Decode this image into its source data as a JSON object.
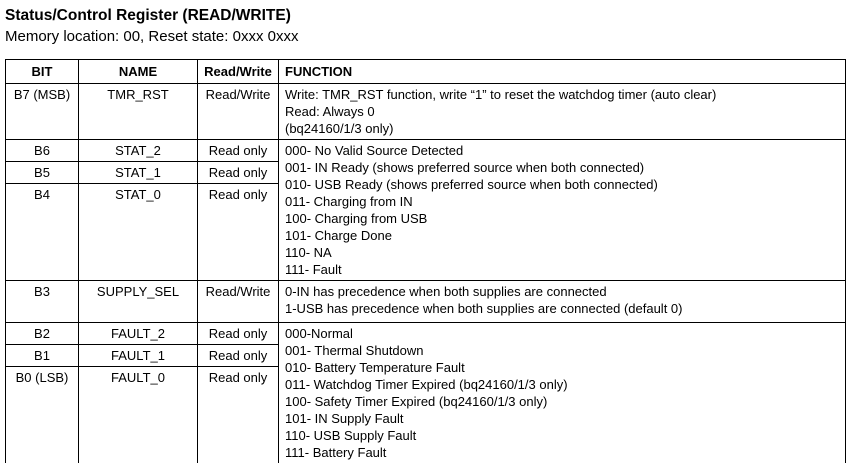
{
  "header": {
    "title": "Status/Control Register (READ/WRITE)",
    "subtitle": "Memory location: 00, Reset state: 0xxx 0xxx"
  },
  "table": {
    "columns": {
      "bit": "BIT",
      "name": "NAME",
      "rw": "Read/Write",
      "function": "FUNCTION"
    },
    "rows": {
      "b7": {
        "bit": "B7 (MSB)",
        "name": "TMR_RST",
        "rw": "Read/Write",
        "function": "Write: TMR_RST function, write “1” to reset the watchdog timer (auto clear)\nRead: Always 0\n(bq24160/1/3 only)"
      },
      "b6": {
        "bit": "B6",
        "name": "STAT_2",
        "rw": "Read only"
      },
      "b5": {
        "bit": "B5",
        "name": "STAT_1",
        "rw": "Read only"
      },
      "b4": {
        "bit": "B4",
        "name": "STAT_0",
        "rw": "Read only"
      },
      "stat_function": "000- No Valid Source Detected\n001- IN Ready (shows preferred source when both connected)\n010- USB Ready (shows preferred source when both connected)\n011- Charging from IN\n100- Charging from USB\n101- Charge Done\n110- NA\n111- Fault",
      "b3": {
        "bit": "B3",
        "name": "SUPPLY_SEL",
        "rw": "Read/Write",
        "function": "0-IN has precedence when both supplies are connected\n1-USB has precedence when both supplies are connected (default 0)"
      },
      "b2": {
        "bit": "B2",
        "name": "FAULT_2",
        "rw": "Read only"
      },
      "b1": {
        "bit": "B1",
        "name": "FAULT_1",
        "rw": "Read only"
      },
      "b0": {
        "bit": "B0 (LSB)",
        "name": "FAULT_0",
        "rw": "Read only"
      },
      "fault_function": "000-Normal\n001- Thermal Shutdown\n010- Battery Temperature Fault\n011- Watchdog Timer Expired (bq24160/1/3 only)\n100- Safety Timer Expired (bq24160/1/3 only)\n101- IN Supply Fault\n110- USB Supply Fault\n111- Battery Fault"
    }
  }
}
